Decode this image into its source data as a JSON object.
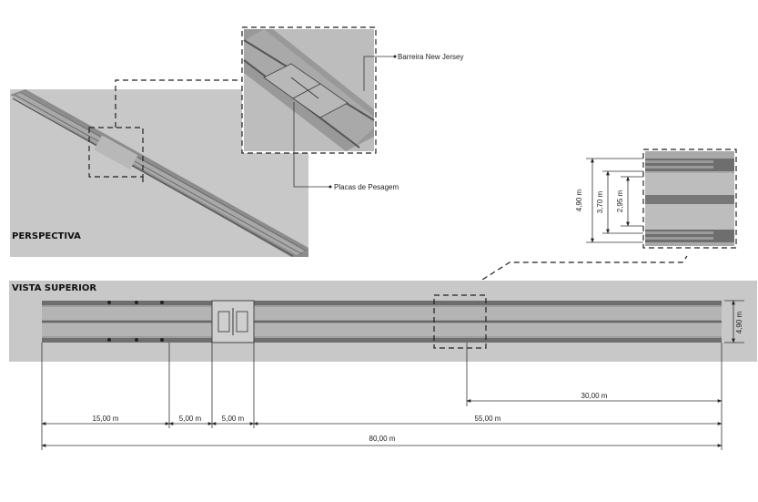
{
  "labels": {
    "perspective": "PERSPECTIVA",
    "top_view": "VISTA SUPERIOR",
    "barrier": "Barreira   New Jersey",
    "plates": "Placas de Pesagem"
  },
  "section_dims": {
    "width_total": "4,90 m",
    "width_mid": "3,70 m",
    "width_inner": "2,95 m"
  },
  "top_view_dims": {
    "width": "4,90 m",
    "d15": "15,00 m",
    "d5a": "5,00 m",
    "d5b": "5,00 m",
    "d55": "55,00 m",
    "d30": "30,00 m",
    "d80": "80,00 m"
  },
  "colors": {
    "panel_bg": "#c8c8c8",
    "road": "#9a9a9a",
    "barrier": "#6e6e6e",
    "lane": "#b4b4b4"
  }
}
